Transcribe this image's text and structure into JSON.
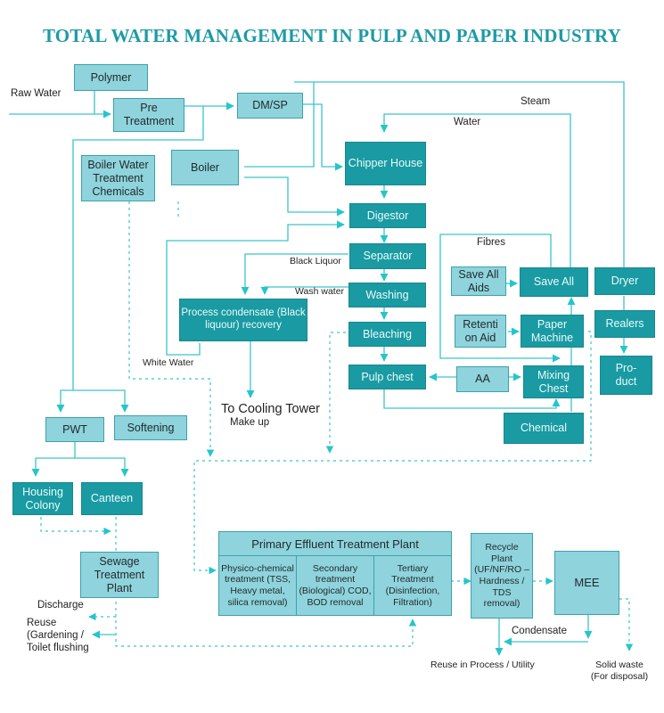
{
  "title": "TOTAL WATER MANAGEMENT IN PULP AND PAPER INDUSTRY",
  "colors": {
    "accent": "#1d9aa6",
    "dark_box": "#1a9aa2",
    "light_box": "#8fd3dc",
    "line": "#27c3c9"
  },
  "nodes": {
    "polymer": "Polymer",
    "pre_treatment": "Pre Treatment",
    "dm_sp": "DM/SP",
    "boiler_chem": "Boiler Water Treatment Chemicals",
    "boiler": "Boiler",
    "chipper": "Chipper House",
    "digestor": "Digestor",
    "separator": "Separator",
    "washing": "Washing",
    "bleaching": "Bleaching",
    "pulp_chest": "Pulp chest",
    "process_condensate": "Process condensate (Black liquour) recovery",
    "save_all_aids": "Save All Aids",
    "save_all": "Save All",
    "retention_aid": "Retenti on Aid",
    "paper_machine": "Paper Machine",
    "aa": "AA",
    "mixing_chest": "Mixing Chest",
    "chemical": "Chemical",
    "dryer": "Dryer",
    "realers": "Realers",
    "product": "Pro- duct",
    "pwt": "PWT",
    "softening": "Softening",
    "housing_colony": "Housing Colony",
    "canteen": "Canteen",
    "stp": "Sewage Treatment Plant",
    "recycle_plant": "Recycle Plant (UF/NF/RO – Hardness / TDS removal)",
    "mee": "MEE"
  },
  "etp": {
    "title": "Primary Effluent Treatment Plant",
    "columns": [
      "Physico-chemical treatment (TSS, Heavy metal, silica removal)",
      "Secondary treatment (Biological) COD, BOD removal",
      "Tertiary Treatment (Disinfection, Filtration)"
    ]
  },
  "labels": {
    "raw_water": "Raw Water",
    "steam": "Steam",
    "water": "Water",
    "fibres": "Fibres",
    "black_liquor": "Black Liquor",
    "wash_water": "Wash water",
    "white_water": "White Water",
    "cooling_tower": "To Cooling Tower",
    "make_up": "Make up",
    "discharge": "Discharge",
    "reuse": "Reuse (Gardening / Toilet flushing",
    "condensate": "Condensate",
    "reuse_process": "Reuse in Process / Utility",
    "solid_waste": "Solid waste (For disposal)"
  }
}
